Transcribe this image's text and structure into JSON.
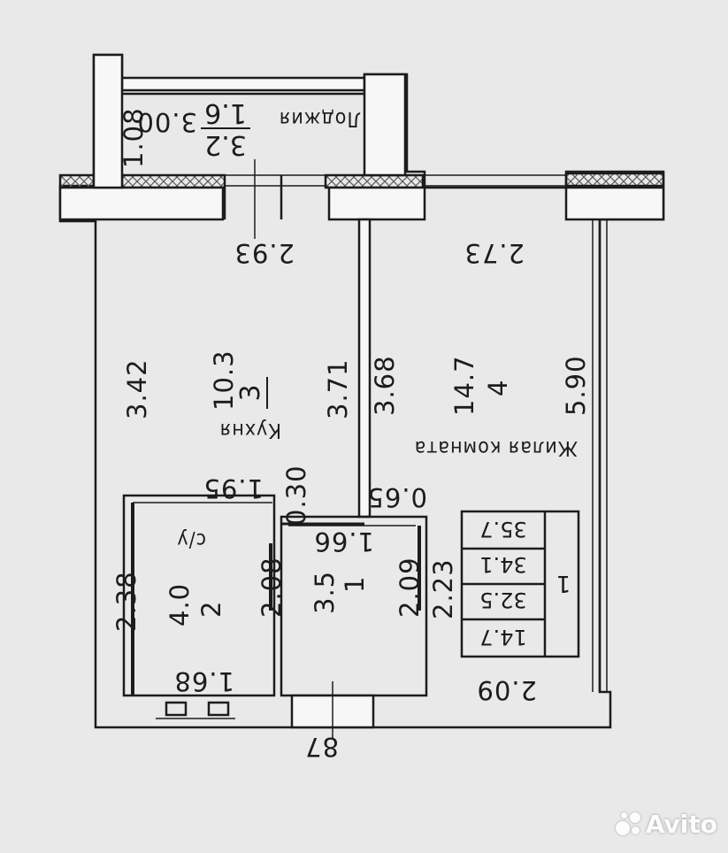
{
  "colors": {
    "paper": "#e9e9e9",
    "line": "#1c1c1c",
    "wall_fill": "#f7f7f7",
    "hatch": "#5a5a5a"
  },
  "loggia": {
    "name": "Лоджия",
    "number": "3.2",
    "area": "1.6",
    "height": "3.00",
    "depth": "1.08"
  },
  "kitchen": {
    "name": "Кухня",
    "number": "3",
    "area": "10.3",
    "width": "2.93",
    "length_left": "3.42",
    "length_right": "3.71",
    "bottom_width": "1.95",
    "offset": "0.30"
  },
  "living_room": {
    "name": "Жилая комната",
    "number": "4",
    "area": "14.7",
    "width": "2.73",
    "length_left": "3.68",
    "length_right": "5.90",
    "offset": "0.65",
    "bottom_width": "2.09"
  },
  "bathroom": {
    "name": "с/у",
    "number": "2",
    "area": "4.0",
    "length": "2.38",
    "width": "1.68"
  },
  "hallway": {
    "number": "1",
    "area": "3.5",
    "width": "1.66",
    "length_left": "2.08",
    "length_right": "2.09",
    "extra": "2.23"
  },
  "entrance_door": {
    "label": "87"
  },
  "area_table": {
    "index": "1",
    "rows": [
      "35.7",
      "34.1",
      "32.5",
      "14.7"
    ]
  },
  "watermark": {
    "text": "Avito"
  }
}
